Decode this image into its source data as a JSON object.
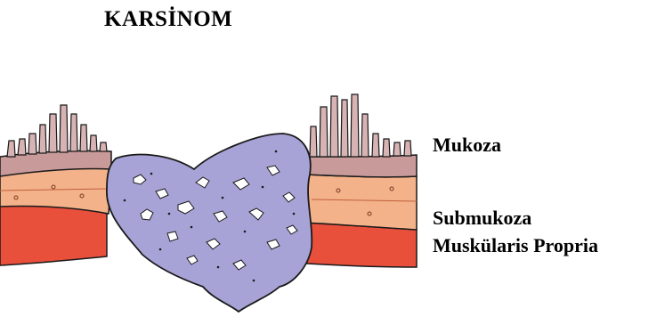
{
  "diagram": {
    "title": "KARSİNOM",
    "labels": {
      "mucosa": "Mukoza",
      "submucosa": "Submukoza",
      "muscularis": "Muskülaris Propria"
    }
  },
  "colors": {
    "background": "#ffffff",
    "muscle": "#e8503c",
    "submucosa": "#f3b28a",
    "mucosa": "#c99a9a",
    "tumor": "#a8a3d6",
    "outline": "#1a1a1a"
  }
}
